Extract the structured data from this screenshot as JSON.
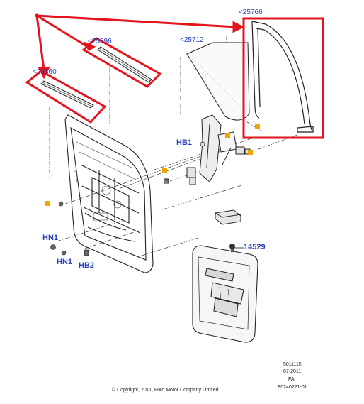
{
  "diagram": {
    "callouts": {
      "part_25766": "<25766",
      "part_25596": "<25596",
      "part_25712": "<25712",
      "part_25860": "<25860",
      "part_hb1": "HB1",
      "part_hn1_a": "HN1",
      "part_hn1_b": "HN1",
      "part_hb2": "HB2",
      "part_14529": "14529"
    },
    "highlight_color": "#e3141c",
    "callout_color": "#2a3fb8",
    "marker_color": "#f0a800"
  },
  "footer": {
    "copyright": "© Copyright, 2011, Ford Motor Company Limited",
    "doc_number": "5011115",
    "date_code": "07-2011",
    "revision": "FA",
    "figure_id": "F0240221-01"
  }
}
